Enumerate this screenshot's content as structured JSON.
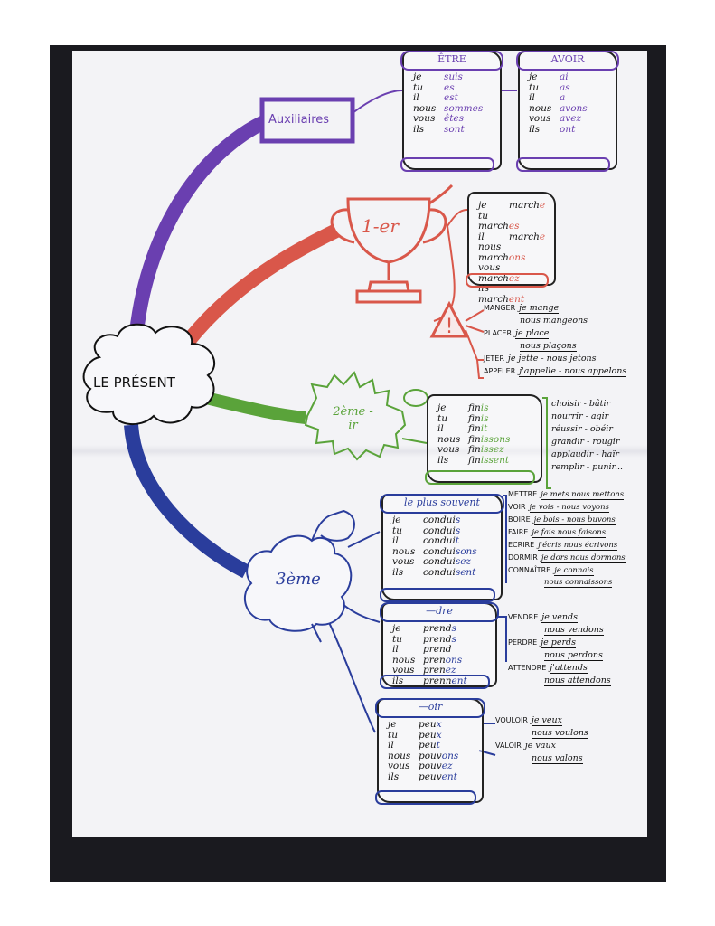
{
  "center": "LE PRÉSENT",
  "colors": {
    "purple": "#6a3fb0",
    "red": "#d9574a",
    "green": "#5aa33a",
    "blue": "#2a3d9c",
    "ink": "#111111"
  },
  "auxiliaires": {
    "label": "Auxiliaires",
    "etre": {
      "title": "ÊTRE",
      "rows": [
        {
          "p": "je",
          "v": "suis"
        },
        {
          "p": "tu",
          "v": "es"
        },
        {
          "p": "il",
          "v": "est"
        },
        {
          "p": "nous",
          "v": "sommes"
        },
        {
          "p": "vous",
          "v": "êtes"
        },
        {
          "p": "ils",
          "v": "sont"
        }
      ]
    },
    "avoir": {
      "title": "AVOIR",
      "rows": [
        {
          "p": "je",
          "v": "ai"
        },
        {
          "p": "tu",
          "v": "as"
        },
        {
          "p": "il",
          "v": "a"
        },
        {
          "p": "nous",
          "v": "avons"
        },
        {
          "p": "vous",
          "v": "avez"
        },
        {
          "p": "ils",
          "v": "ont"
        }
      ]
    }
  },
  "premier": {
    "label": "1-er",
    "rows": [
      {
        "p": "je",
        "s": "march",
        "e": "e"
      },
      {
        "p": "tu",
        "s": "march",
        "e": "es"
      },
      {
        "p": "il",
        "s": "march",
        "e": "e"
      },
      {
        "p": "nous",
        "s": "march",
        "e": "ons"
      },
      {
        "p": "vous",
        "s": "march",
        "e": "ez"
      },
      {
        "p": "ils",
        "s": "march",
        "e": "ent"
      }
    ],
    "exceptions": [
      {
        "verb": "MANGER",
        "forms": [
          "je mange",
          "nous mangeons"
        ]
      },
      {
        "verb": "PLACER",
        "forms": [
          "je place",
          "nous plaçons"
        ]
      },
      {
        "verb": "JETER",
        "forms": [
          "je jette - nous jetons"
        ]
      },
      {
        "verb": "APPELER",
        "forms": [
          "j'appelle - nous appelons"
        ]
      }
    ]
  },
  "deuxieme": {
    "label": "2ème -ir",
    "rows": [
      {
        "p": "je",
        "s": "fin",
        "e": "is"
      },
      {
        "p": "tu",
        "s": "fin",
        "e": "is"
      },
      {
        "p": "il",
        "s": "fin",
        "e": "it"
      },
      {
        "p": "nous",
        "s": "fin",
        "e": "issons"
      },
      {
        "p": "vous",
        "s": "fin",
        "e": "issez"
      },
      {
        "p": "ils",
        "s": "fin",
        "e": "issent"
      }
    ],
    "verbs": [
      "choisir - bâtir",
      "nourrir - agir",
      "réussir - obéir",
      "grandir - rougir",
      "applaudir - haïr",
      "remplir - punir..."
    ]
  },
  "troisieme": {
    "label": "3ème",
    "plus_souvent": {
      "title": "le plus souvent",
      "rows": [
        {
          "p": "je",
          "s": "condui",
          "e": "s"
        },
        {
          "p": "tu",
          "s": "condui",
          "e": "s"
        },
        {
          "p": "il",
          "s": "condui",
          "e": "t"
        },
        {
          "p": "nous",
          "s": "condui",
          "e": "sons"
        },
        {
          "p": "vous",
          "s": "condui",
          "e": "sez"
        },
        {
          "p": "ils",
          "s": "condui",
          "e": "sent"
        }
      ],
      "verbs": [
        {
          "verb": "METTRE",
          "forms": [
            "je mets nous mettons"
          ]
        },
        {
          "verb": "VOIR",
          "forms": [
            "je vois - nous voyons"
          ]
        },
        {
          "verb": "BOIRE",
          "forms": [
            "je bois - nous buvons"
          ]
        },
        {
          "verb": "FAIRE",
          "forms": [
            "je fais nous faisons"
          ]
        },
        {
          "verb": "ECRIRE",
          "forms": [
            "j'écris nous écrivons"
          ]
        },
        {
          "verb": "DORMIR",
          "forms": [
            "je dors nous dormons"
          ]
        },
        {
          "verb": "CONNAÎTRE",
          "forms": [
            "je connais",
            "nous connaissons"
          ]
        }
      ]
    },
    "dre": {
      "title": "—dre",
      "rows": [
        {
          "p": "je",
          "s": "prend",
          "e": "s"
        },
        {
          "p": "tu",
          "s": "prend",
          "e": "s"
        },
        {
          "p": "il",
          "s": "prend",
          "e": ""
        },
        {
          "p": "nous",
          "s": "pren",
          "e": "ons"
        },
        {
          "p": "vous",
          "s": "pren",
          "e": "ez"
        },
        {
          "p": "ils",
          "s": "prenn",
          "e": "ent"
        }
      ],
      "verbs": [
        {
          "verb": "VENDRE",
          "forms": [
            "je vends",
            "nous vendons"
          ]
        },
        {
          "verb": "PERDRE",
          "forms": [
            "je perds",
            "nous perdons"
          ]
        },
        {
          "verb": "ATTENDRE",
          "forms": [
            "j'attends",
            "nous attendons"
          ]
        }
      ]
    },
    "oir": {
      "title": "—oir",
      "rows": [
        {
          "p": "je",
          "s": "peu",
          "e": "x"
        },
        {
          "p": "tu",
          "s": "peu",
          "e": "x"
        },
        {
          "p": "il",
          "s": "peu",
          "e": "t"
        },
        {
          "p": "nous",
          "s": "pouv",
          "e": "ons"
        },
        {
          "p": "vous",
          "s": "pouv",
          "e": "ez"
        },
        {
          "p": "ils",
          "s": "peuv",
          "e": "ent"
        }
      ],
      "verbs": [
        {
          "verb": "VOULOIR",
          "forms": [
            "je veux",
            "nous voulons"
          ]
        },
        {
          "verb": "VALOIR",
          "forms": [
            "je vaux",
            "nous valons"
          ]
        }
      ]
    }
  }
}
